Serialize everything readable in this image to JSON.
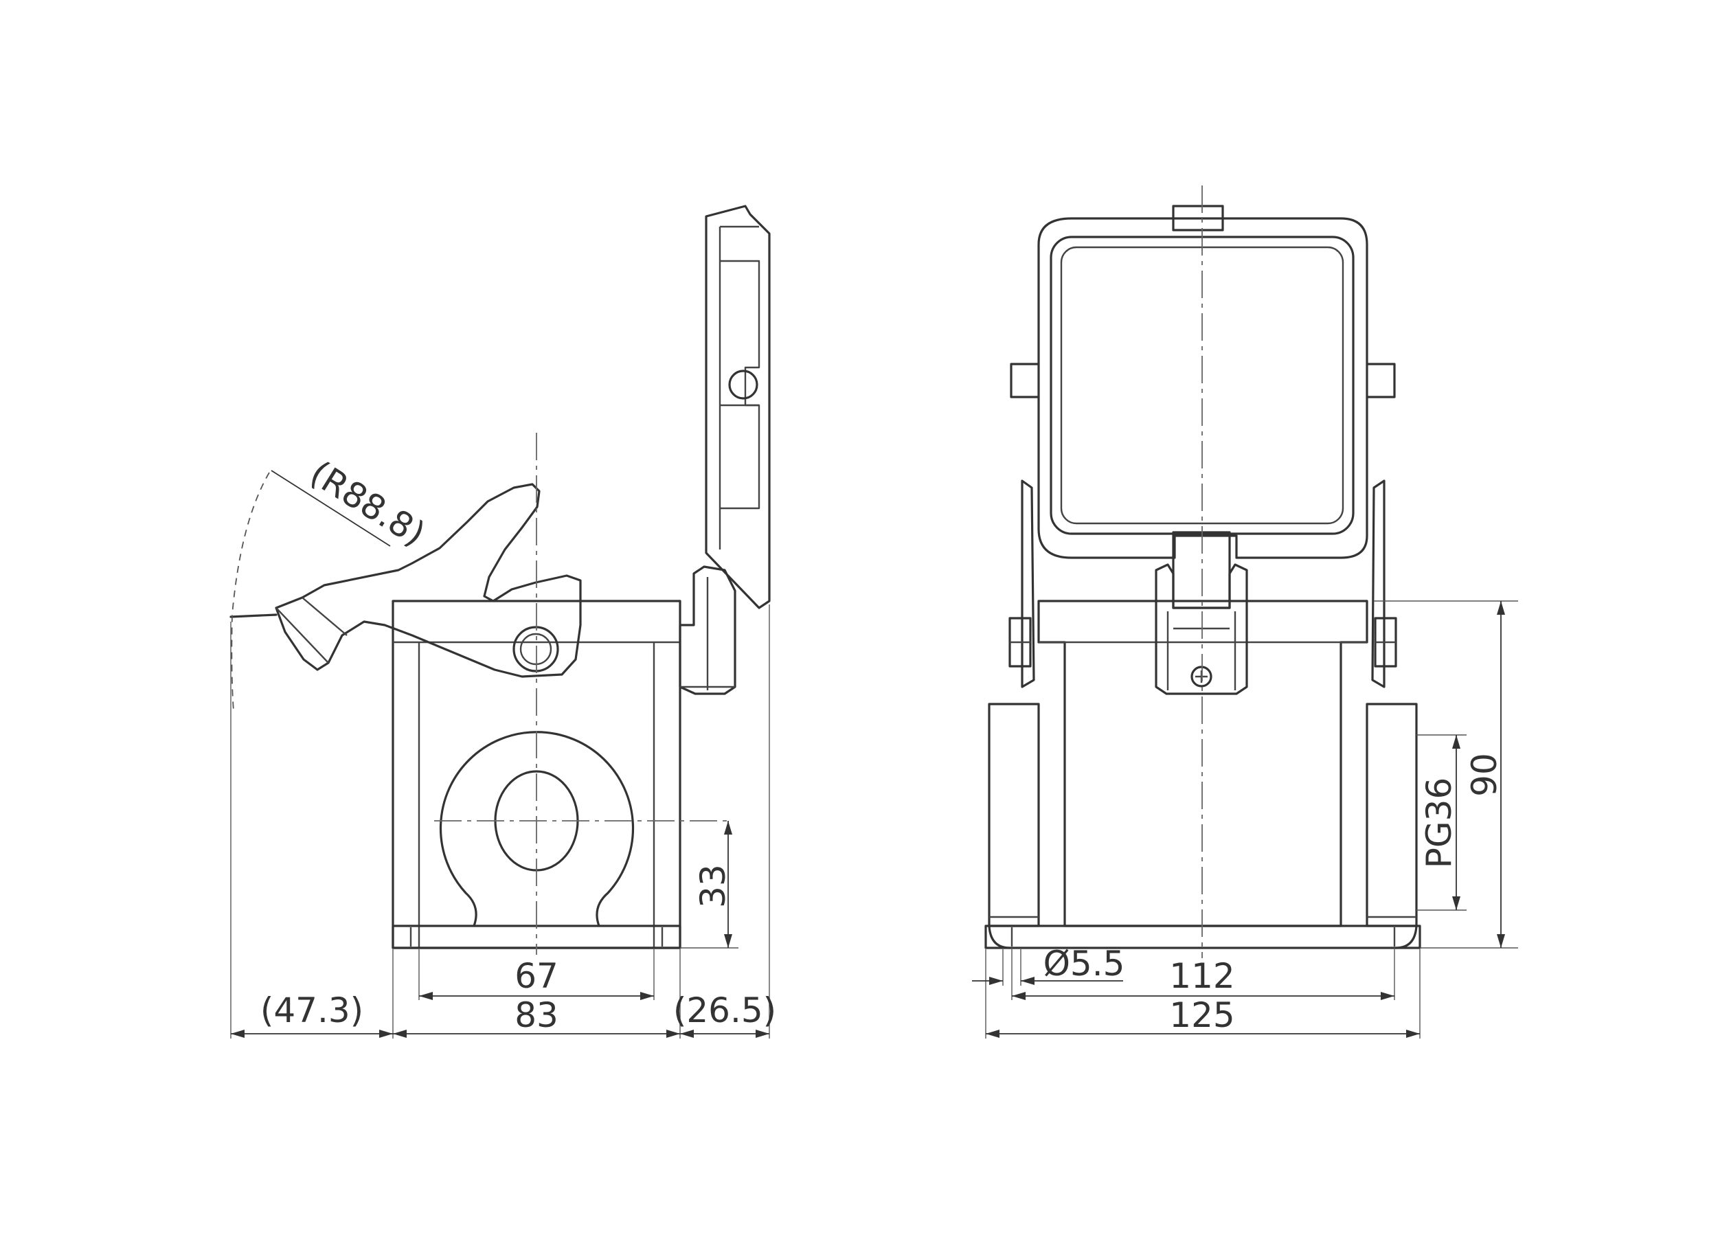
{
  "dimensions": {
    "radius": "(R88.8)",
    "left_offset": "(47.3)",
    "inner_width_side": "67",
    "outer_width_side": "83",
    "right_offset": "(26.5)",
    "entry_height": "33",
    "hole_diameter": "Ø5.5",
    "hole_spacing": "112",
    "base_width": "125",
    "thread": "PG36",
    "overall_height": "90"
  }
}
